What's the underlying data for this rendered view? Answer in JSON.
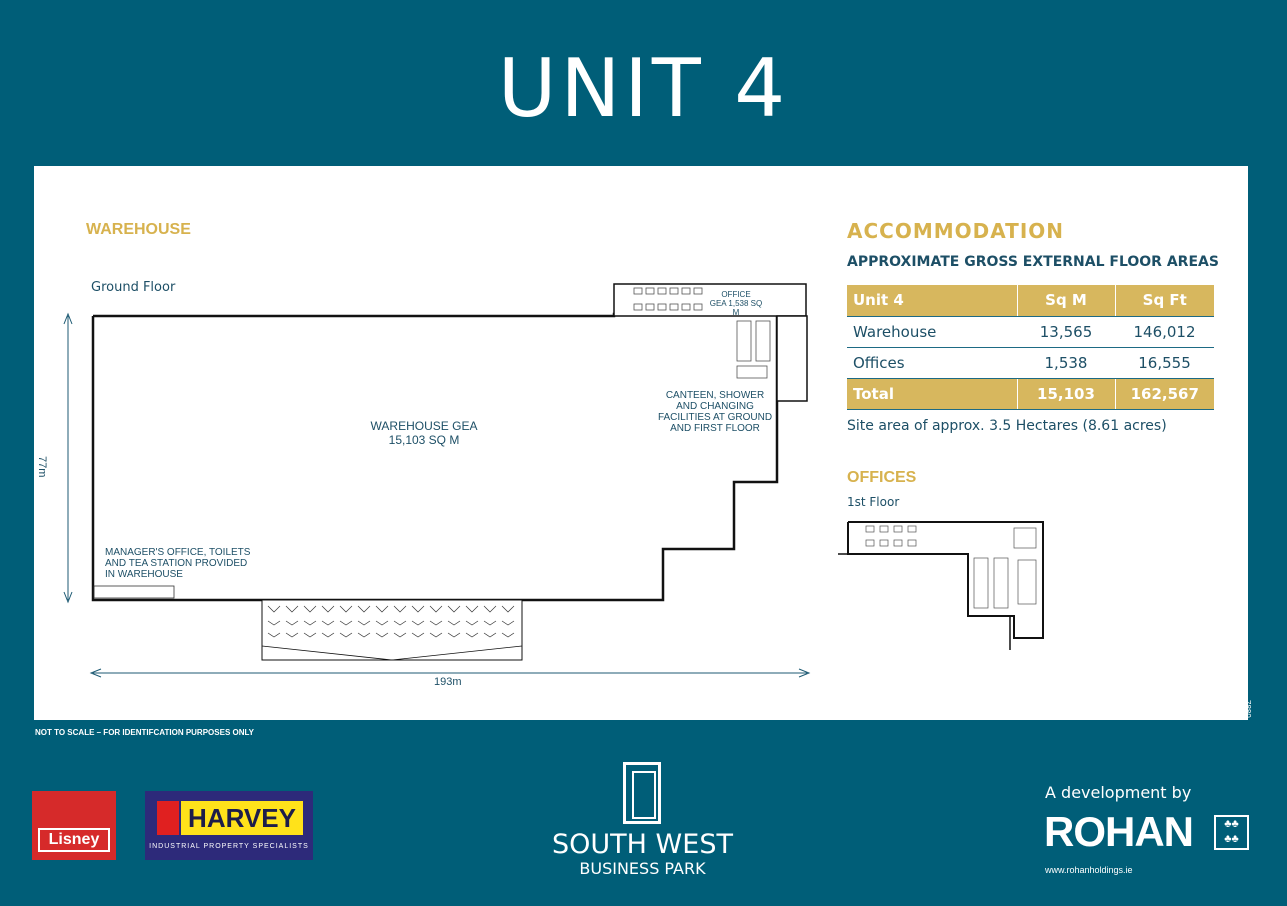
{
  "title": "UNIT 4",
  "warehouse": {
    "heading": "WAREHOUSE",
    "floor": "Ground Floor",
    "office_note_1": "OFFICE",
    "office_note_2": "GEA 1,538 SQ M",
    "gea_line1": "WAREHOUSE GEA",
    "gea_line2": "15,103 SQ M",
    "canteen_lines": [
      "CANTEEN, SHOWER",
      "AND CHANGING",
      "FACILITIES AT GROUND",
      "AND FIRST FLOOR"
    ],
    "manager_lines": [
      "MANAGER'S OFFICE, TOILETS",
      "AND TEA STATION PROVIDED",
      "IN WAREHOUSE"
    ],
    "dim_vertical": "77m",
    "dim_horizontal": "193m"
  },
  "accommodation": {
    "heading": "ACCOMMODATION",
    "subheading": "APPROXIMATE GROSS EXTERNAL FLOOR AREAS",
    "header": [
      "Unit 4",
      "Sq M",
      "Sq Ft"
    ],
    "rows": [
      [
        "Warehouse",
        "13,565",
        "146,012"
      ],
      [
        "Offices",
        "1,538",
        "16,555"
      ]
    ],
    "total": [
      "Total",
      "15,103",
      "162,567"
    ],
    "site_area": "Site area of approx. 3.5 Hectares (8.61 acres)"
  },
  "offices": {
    "heading": "OFFICES",
    "floor": "1st Floor"
  },
  "footnote": "NOT TO SCALE – FOR IDENTIFCATION PURPOSES ONLY",
  "side_code": "7880",
  "logos": {
    "lisney": "Lisney",
    "harvey": "HARVEY",
    "harvey_tag": "INDUSTRIAL PROPERTY SPECIALISTS",
    "swbp_name": "SOUTH WEST",
    "swbp_sub": "BUSINESS PARK",
    "dev_by": "A development by",
    "rohan": "ROHAN",
    "rohan_web": "www.rohanholdings.ie"
  },
  "colors": {
    "background": "#005e78",
    "gold": "#d7b24e",
    "text": "#1d4f66"
  }
}
